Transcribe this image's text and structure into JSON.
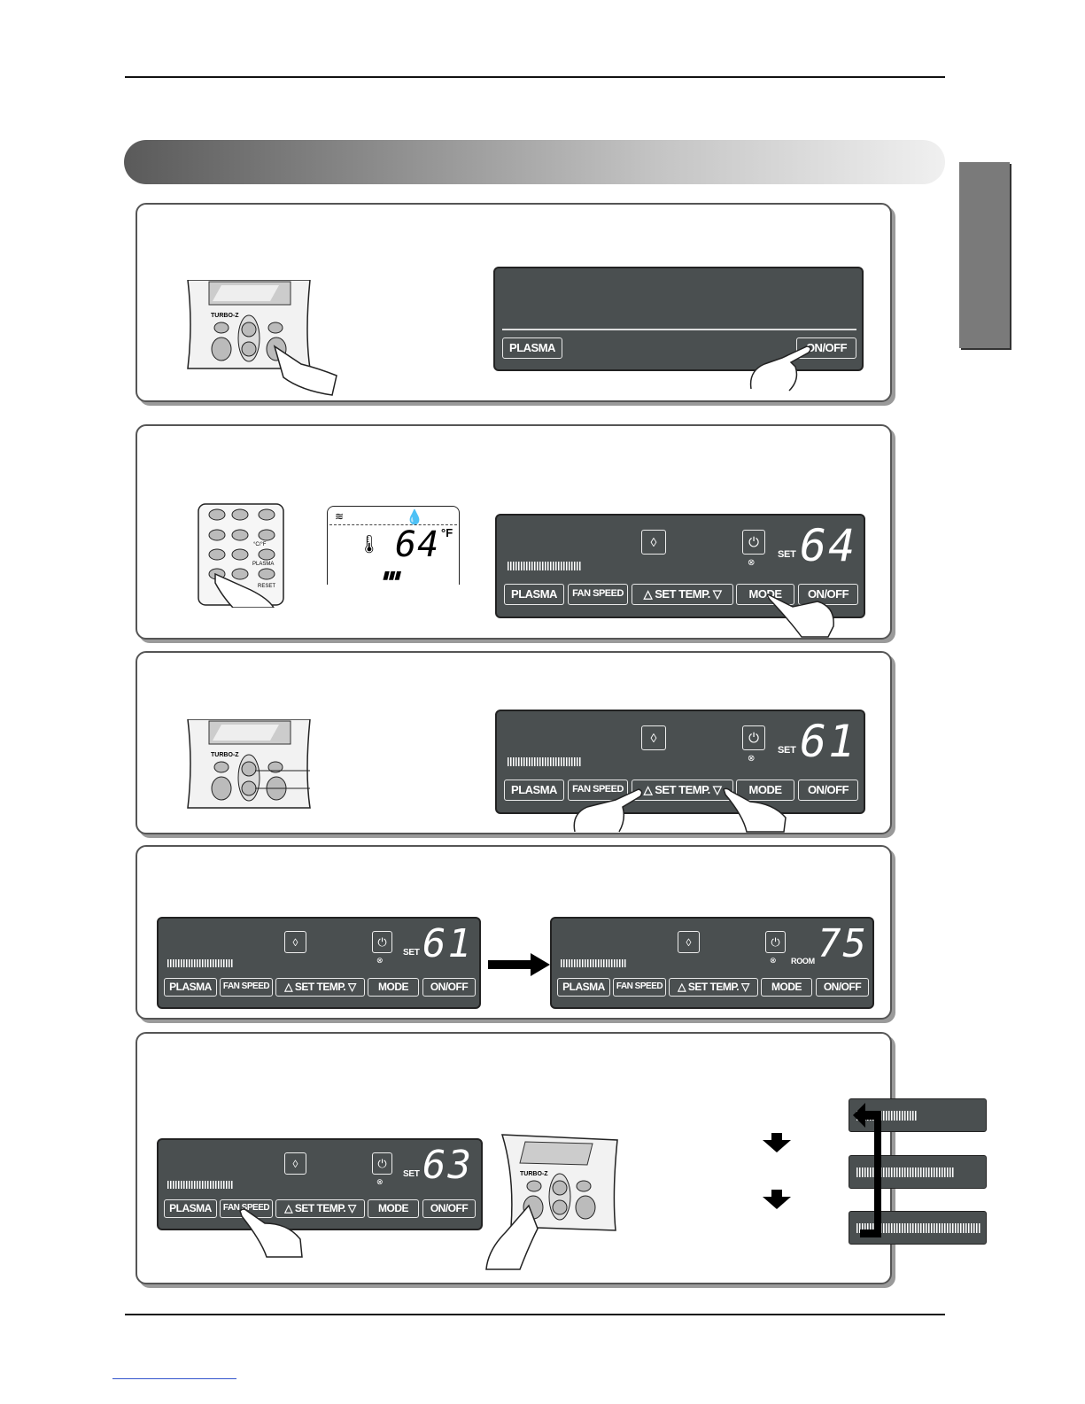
{
  "remote": {
    "turbo_label": "TURBO-Z",
    "plasma_label": "PLASMA",
    "cf_label": "°C/°F",
    "reset_label": "RESET"
  },
  "remote_lcd": {
    "temp": "64",
    "unit": "°F"
  },
  "step1": {
    "plasma": "PLASMA",
    "onoff": "ON/OFF"
  },
  "step2": {
    "plasma": "PLASMA",
    "fan_speed": "FAN SPEED",
    "set_temp": "△ SET TEMP. ▽",
    "mode": "MODE",
    "onoff": "ON/OFF",
    "set_label": "SET",
    "digits": "64"
  },
  "step3": {
    "plasma": "PLASMA",
    "fan_speed": "FAN SPEED",
    "set_temp": "△ SET TEMP. ▽",
    "mode": "MODE",
    "onoff": "ON/OFF",
    "set_label": "SET",
    "digits": "61"
  },
  "step4a": {
    "plasma": "PLASMA",
    "fan_speed": "FAN SPEED",
    "set_temp": "△ SET TEMP. ▽",
    "mode": "MODE",
    "onoff": "ON/OFF",
    "set_label": "SET",
    "digits": "61"
  },
  "step4b": {
    "plasma": "PLASMA",
    "fan_speed": "FAN SPEED",
    "set_temp": "△ SET TEMP. ▽",
    "mode": "MODE",
    "onoff": "ON/OFF",
    "room_label": "ROOM",
    "digits": "75"
  },
  "step5": {
    "plasma": "PLASMA",
    "fan_speed": "FAN SPEED",
    "set_temp": "△ SET TEMP. ▽",
    "mode": "MODE",
    "onoff": "ON/OFF",
    "set_label": "SET",
    "digits": "63"
  },
  "colors": {
    "panel": "#4a4f50",
    "banner_dark": "#5a5a5a",
    "sidetab": "#7a7a7a"
  }
}
